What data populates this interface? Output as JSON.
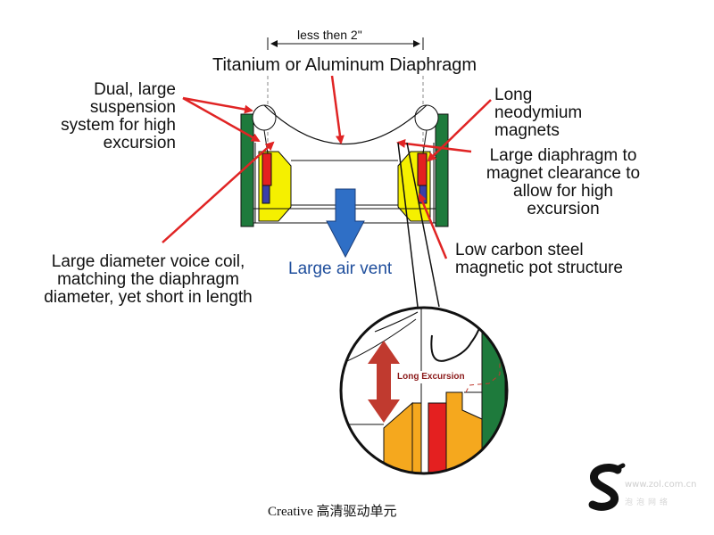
{
  "labels": {
    "dimension": "less then 2\"",
    "diaphragm": "Titanium or Aluminum Diaphragm",
    "suspension": [
      "Dual, large",
      "suspension",
      "system for high",
      "excursion"
    ],
    "magnets": [
      "Long",
      "neodymium",
      "magnets"
    ],
    "clearance": [
      "Large diaphragm to",
      "magnet clearance to",
      "allow for high",
      "excursion"
    ],
    "voice_coil": [
      "Large diameter voice coil,",
      "matching the diaphragm",
      "diameter, yet short in length"
    ],
    "air_vent": "Large air vent",
    "pot": [
      "Low carbon steel",
      "magnetic pot structure"
    ],
    "long_excursion": "Long Excursion"
  },
  "caption": "Creative 高清驱动单元",
  "watermark": {
    "line1": "www.zol.com.cn",
    "line2": "泡泡网络"
  },
  "logo_icon": "s-logo-icon",
  "colors": {
    "pot_green": "#1e7a3c",
    "magnet_yellow": "#f5f000",
    "coil_red": "#e42020",
    "coil_blue": "#3a3fa8",
    "arrow_red": "#e02424",
    "vent_blue": "#2f6fc6",
    "zoom_orange": "#f5a81e",
    "excursion_red": "#c03a2f"
  }
}
